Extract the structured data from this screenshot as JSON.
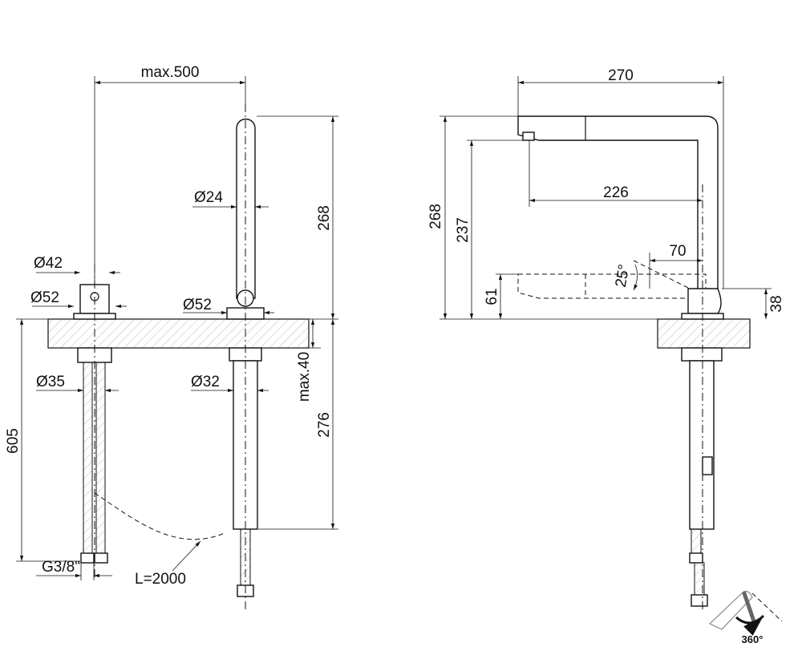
{
  "front_view": {
    "max_reach": "max.500",
    "spout_height": "268",
    "spout_diameter": "Ø24",
    "lever_diameter": "Ø42",
    "lever_base_diameter": "Ø52",
    "spout_base_diameter": "Ø52",
    "lever_shank_diameter": "Ø35",
    "spout_shank_diameter": "Ø32",
    "max_counter_thickness": "max.40",
    "below_counter_length": "276",
    "hose_length_total": "605",
    "connection_thread": "G3/8\"",
    "hose_pullout_length": "L=2000"
  },
  "side_view": {
    "overall_width": "270",
    "spout_reach": "226",
    "lever_offset": "70",
    "lever_angle": "25°",
    "overall_height": "268",
    "outlet_height": "237",
    "lowered_height": "61",
    "body_height": "38",
    "rotation": "360°"
  }
}
